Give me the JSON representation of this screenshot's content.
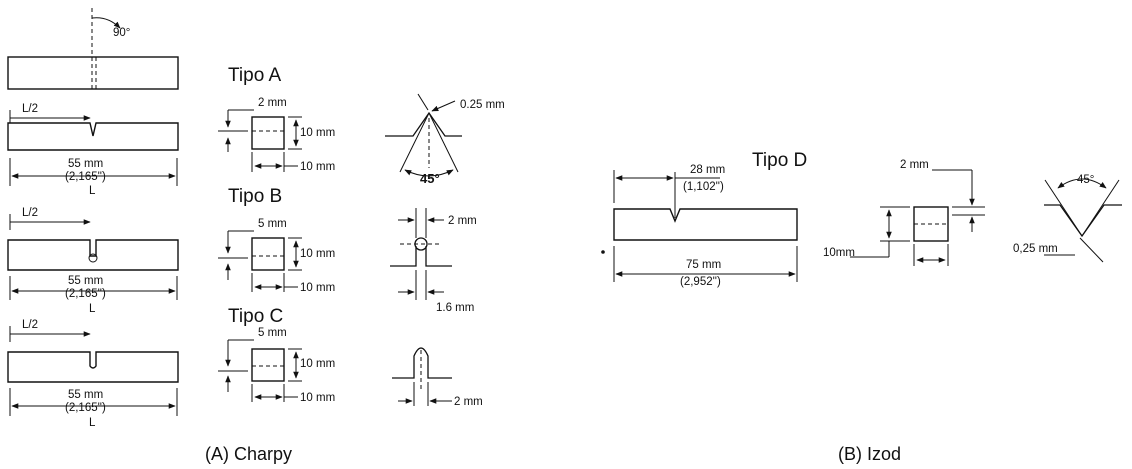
{
  "charpy": {
    "caption": "(A) Charpy",
    "angle_top": "90°",
    "half_length": "L/2",
    "length_mm": "55 mm",
    "length_in": "(2,165'')",
    "length_symbol": "L",
    "tipo_a": {
      "title": "Tipo A",
      "notch_depth": "2 mm",
      "height": "10 mm",
      "width": "10 mm",
      "notch_radius": "0.25 mm",
      "notch_angle": "45°"
    },
    "tipo_b": {
      "title": "Tipo B",
      "notch_depth": "5 mm",
      "height": "10 mm",
      "width": "10 mm",
      "slot_width": "2 mm",
      "hole_dia": "1.6 mm"
    },
    "tipo_c": {
      "title": "Tipo C",
      "notch_depth": "5 mm",
      "height": "10 mm",
      "width": "10 mm",
      "slot_width": "2 mm"
    }
  },
  "izod": {
    "caption": "(B) Izod",
    "title": "Tipo D",
    "notch_pos_mm": "28 mm",
    "notch_pos_in": "(1,102'')",
    "length_mm": "75 mm",
    "length_in": "(2,952'')",
    "notch_depth": "2 mm",
    "height": "10mm",
    "notch_angle": "45°",
    "notch_radius": "0,25 mm"
  }
}
